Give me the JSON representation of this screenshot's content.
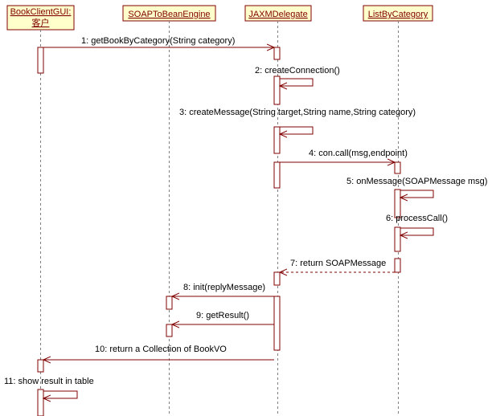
{
  "colors": {
    "line": "#800000",
    "lifeline": "#808080",
    "header_fill": "#ffffcc",
    "activation_fill": "#ffffff",
    "text": "#000000"
  },
  "participants": [
    {
      "id": "client",
      "name_line1": "BookClientGUI:",
      "name_line2": "客户"
    },
    {
      "id": "engine",
      "name_line1": "SOAPToBeanEngine",
      "name_line2": ""
    },
    {
      "id": "delegate",
      "name_line1": "JAXMDelegate",
      "name_line2": ""
    },
    {
      "id": "list",
      "name_line1": "ListByCategory",
      "name_line2": ""
    }
  ],
  "messages": [
    {
      "label": "1: getBookByCategory(String category)",
      "from": "client",
      "to": "delegate",
      "kind": "call"
    },
    {
      "label": "2: createConnection()",
      "from": "delegate",
      "to": "delegate",
      "kind": "self"
    },
    {
      "label": "3: createMessage(String target,String name,String category)",
      "from": "delegate",
      "to": "delegate",
      "kind": "self"
    },
    {
      "label": "4: con.call(msg,endpoint)",
      "from": "delegate",
      "to": "list",
      "kind": "call"
    },
    {
      "label": "5: onMessage(SOAPMessage msg)",
      "from": "list",
      "to": "list",
      "kind": "self"
    },
    {
      "label": "6: processCall()",
      "from": "list",
      "to": "list",
      "kind": "self"
    },
    {
      "label": "7: return SOAPMessage",
      "from": "list",
      "to": "delegate",
      "kind": "return"
    },
    {
      "label": "8: init(replyMessage)",
      "from": "delegate",
      "to": "engine",
      "kind": "call"
    },
    {
      "label": "9: getResult()",
      "from": "delegate",
      "to": "engine",
      "kind": "call"
    },
    {
      "label": "10: return a Collection of BookVO",
      "from": "delegate",
      "to": "client",
      "kind": "call"
    },
    {
      "label": "11: show result in table",
      "from": "client",
      "to": "client",
      "kind": "self"
    }
  ]
}
